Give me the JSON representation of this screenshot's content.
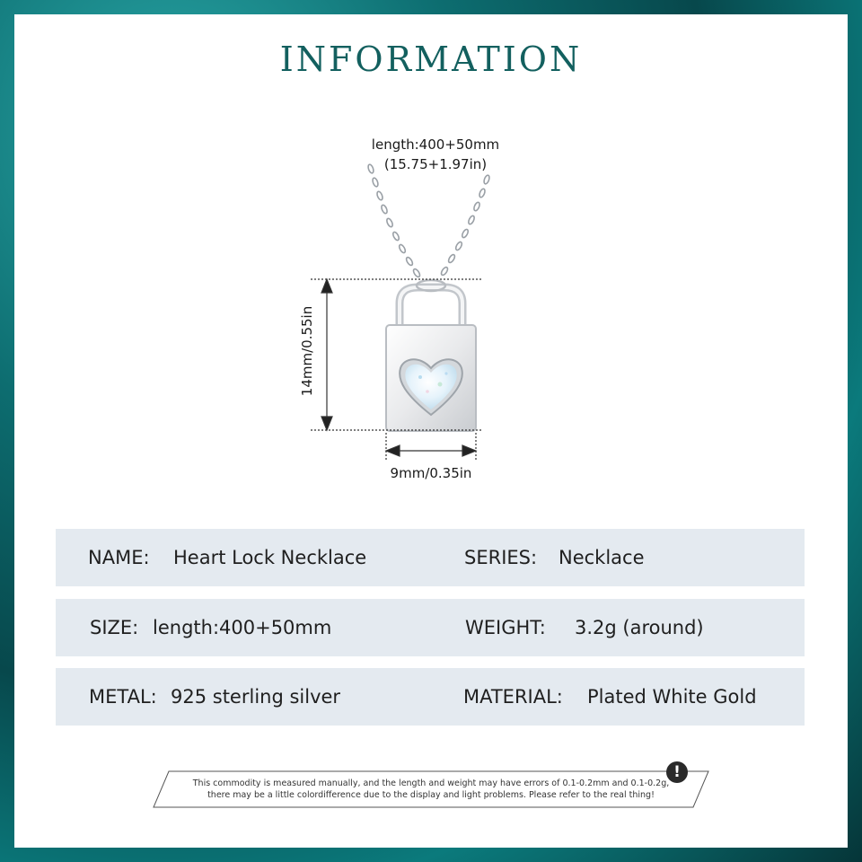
{
  "title": "INFORMATION",
  "dimensions": {
    "length_line1": "length:400+50mm",
    "length_line2": "(15.75+1.97in)",
    "height": "14mm/0.55in",
    "width": "9mm/0.35in"
  },
  "specs": {
    "name": {
      "label": "NAME:",
      "value": "Heart Lock Necklace"
    },
    "series": {
      "label": "SERIES:",
      "value": "Necklace"
    },
    "size": {
      "label": "SIZE:",
      "value": "length:400+50mm"
    },
    "weight": {
      "label": "WEIGHT:",
      "value": "3.2g (around)"
    },
    "metal": {
      "label": "METAL:",
      "value": "925 sterling silver"
    },
    "material": {
      "label": "MATERIAL:",
      "value": "Plated White Gold"
    }
  },
  "notice": {
    "line1": "This commodity is measured manually, and the length and weight may have errors of 0.1-0.2mm and 0.1-0.2g,",
    "line2": "there may be a little colordifference due to the display and light problems. Please refer to the real thing!",
    "icon": "exclamation-icon"
  },
  "colors": {
    "title": "#13605f",
    "row_background": "#e4eaf0",
    "border_teal": "#0d6d70"
  }
}
